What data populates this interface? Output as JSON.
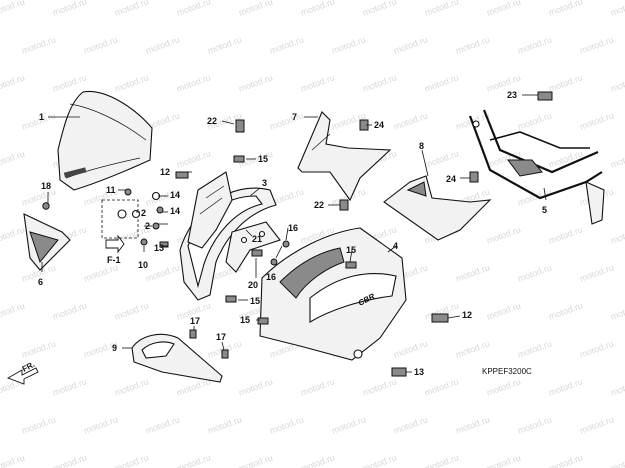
{
  "watermark": "motod.ru",
  "diagram_code": "KPPEF3200C",
  "detail_ref": "F-1",
  "front_indicator": "FR.",
  "tank_logo": "CBR",
  "parts": [
    {
      "id": "p1",
      "num": "1"
    },
    {
      "id": "p2a",
      "num": "2"
    },
    {
      "id": "p2b",
      "num": "2"
    },
    {
      "id": "p3",
      "num": "3"
    },
    {
      "id": "p4",
      "num": "4"
    },
    {
      "id": "p5",
      "num": "5"
    },
    {
      "id": "p6",
      "num": "6"
    },
    {
      "id": "p7",
      "num": "7"
    },
    {
      "id": "p8",
      "num": "8"
    },
    {
      "id": "p9",
      "num": "9"
    },
    {
      "id": "p10",
      "num": "10"
    },
    {
      "id": "p11",
      "num": "11"
    },
    {
      "id": "p12a",
      "num": "12"
    },
    {
      "id": "p12b",
      "num": "12"
    },
    {
      "id": "p13a",
      "num": "13"
    },
    {
      "id": "p13b",
      "num": "13"
    },
    {
      "id": "p14a",
      "num": "14"
    },
    {
      "id": "p14b",
      "num": "14"
    },
    {
      "id": "p15a",
      "num": "15"
    },
    {
      "id": "p15b",
      "num": "15"
    },
    {
      "id": "p15c",
      "num": "15"
    },
    {
      "id": "p15d",
      "num": "15"
    },
    {
      "id": "p16a",
      "num": "16"
    },
    {
      "id": "p16b",
      "num": "16"
    },
    {
      "id": "p17a",
      "num": "17"
    },
    {
      "id": "p17b",
      "num": "17"
    },
    {
      "id": "p18",
      "num": "18"
    },
    {
      "id": "p20",
      "num": "20"
    },
    {
      "id": "p21",
      "num": "21"
    },
    {
      "id": "p22a",
      "num": "22"
    },
    {
      "id": "p22b",
      "num": "22"
    },
    {
      "id": "p23",
      "num": "23"
    },
    {
      "id": "p24a",
      "num": "24"
    },
    {
      "id": "p24b",
      "num": "24"
    }
  ]
}
